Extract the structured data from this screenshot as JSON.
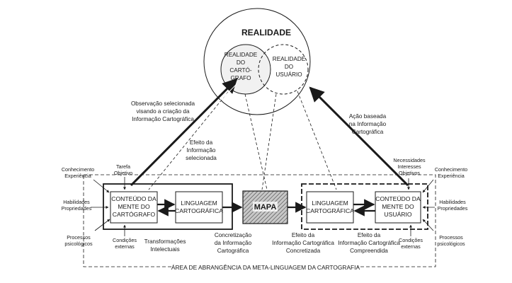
{
  "realidade": {
    "title": "REALIDADE",
    "cartografo_lines": [
      "REALIDADE",
      "DO",
      "CARTÓ-",
      "GRAFO"
    ],
    "usuario_lines": [
      "REALIDADE",
      "DO",
      "USUÁRIO"
    ]
  },
  "annotations": {
    "observacao_lines": [
      "Observação selecionada",
      "visando a criação da",
      "Informação Cartográfica"
    ],
    "acao_lines": [
      "Ação baseada",
      "na Informação",
      "Cartográfica"
    ],
    "efeito_selecionada_lines": [
      "Efeito da",
      "Informação",
      "selecionada"
    ],
    "transformacoes_lines": [
      "Transformações",
      "Intelectuais"
    ],
    "concretizacao_lines": [
      "Concretização",
      "da Informação",
      "Cartográfica"
    ],
    "efeito_concretizada_lines": [
      "Efeito da",
      "Informação Cartográfica",
      "Concretizada"
    ],
    "efeito_compreendida_lines": [
      "Efeito da",
      "Informação Cartográfica",
      "Compreendida"
    ]
  },
  "left_factors": {
    "tarefa_lines": [
      "Tarefa",
      "Objetivo"
    ],
    "conhecimento_lines": [
      "Conhecimento",
      "Experiência"
    ],
    "habilidades_lines": [
      "Habilidades",
      "Propriedades"
    ],
    "processos_lines": [
      "Processos",
      "psicológicos"
    ],
    "condicoes_lines": [
      "Condições",
      "externas"
    ]
  },
  "right_factors": {
    "necessidades_lines": [
      "Necessidades",
      "Interesses",
      "Objetivos"
    ],
    "conhecimento_lines": [
      "Conhecimento",
      "Experiência"
    ],
    "habilidades_lines": [
      "Habilidades",
      "Propriedades"
    ],
    "processos_lines": [
      "Processos",
      "psicológicos"
    ],
    "condicoes_lines": [
      "Condições",
      "externas"
    ]
  },
  "boxes": {
    "mente_cartografo_lines": [
      "CONTEÚDO DA",
      "MENTE DO",
      "CARTÓGRAFO"
    ],
    "linguagem_left_lines": [
      "LINGUAGEM",
      "CARTOGRÁFICA"
    ],
    "mapa": "MAPA",
    "linguagem_right_lines": [
      "LINGUAGEM",
      "CARTOGRÁFICA"
    ],
    "mente_usuario_lines": [
      "CONTEÚDO DA",
      "MENTE DO",
      "USUÁRIO"
    ]
  },
  "footer": "ÁREA DE ABRANGÊNCIA DA META-LINGUAGEM DA CARTOGRAFIA"
}
